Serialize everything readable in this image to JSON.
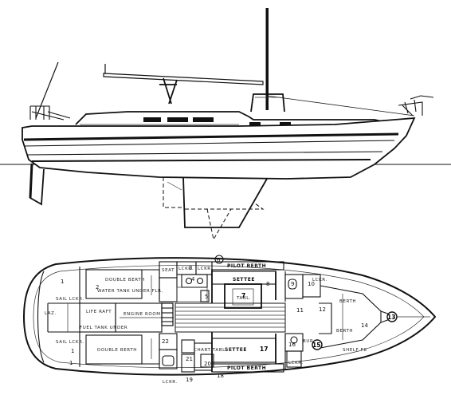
{
  "labels": {
    "sail_lckr_fwd": "SAIL LCKR.",
    "sail_lckr_aft": "SAIL LCKR.",
    "laz": "LAZ.",
    "double_berth_top": "DOUBLE BERTH",
    "water_tank": "WATER TANK UNDER FLR.",
    "fuel_tank": "FUEL TANK UNDER",
    "life_raft": "LIFE RAFT",
    "engine_room": "ENGINE ROOM",
    "double_berth_bottom": "DOUBLE BERTH",
    "seat": "SEAT",
    "lckr_a": "LCKR.",
    "lckr_b": "LCKR.",
    "lckr_c": "LCKR.",
    "lckr_d": "LCKR.",
    "lckr_e": "LCKR.",
    "pilot_berth_top": "PILOT BERTH",
    "pilot_berth_bottom": "PILOT BERTH",
    "settee_top": "SETTEE",
    "settee_bottom": "SETTEE",
    "table": "TABL.",
    "chart_table": "CHART TABL",
    "berth_upper": "BERTH",
    "berth_lower": "BERTH",
    "shelf": "SHELF F8",
    "bur": "BUR."
  },
  "numbers": [
    "1",
    "2",
    "3",
    "4",
    "5",
    "6",
    "7",
    "8",
    "9",
    "10",
    "11",
    "12",
    "13",
    "14",
    "15",
    "16",
    "17",
    "18",
    "19",
    "20",
    "21",
    "22"
  ]
}
